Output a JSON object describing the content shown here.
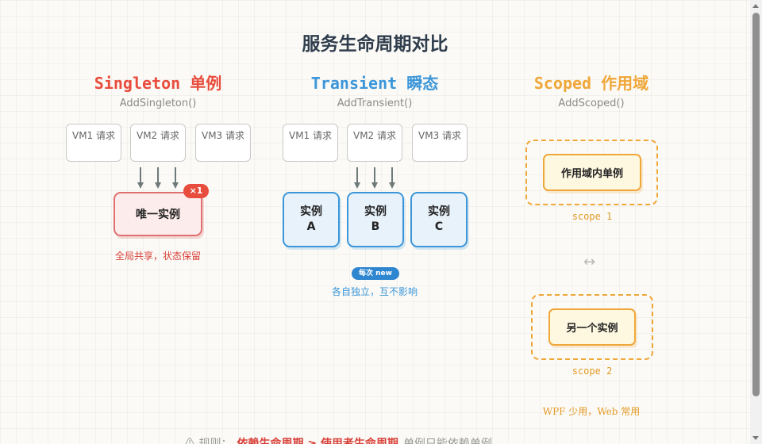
{
  "title": "服务生命周期对比",
  "colors": {
    "singleton": "#e84c3d",
    "transient": "#3c96d9",
    "scoped": "#f0a73a"
  },
  "singleton": {
    "title": "Singleton 单例",
    "method": "AddSingleton()",
    "requests": [
      "VM1 请求",
      "VM2 请求",
      "VM3 请求"
    ],
    "instance": "唯一实例",
    "badge": "×1",
    "note": "全局共享，状态保留"
  },
  "transient": {
    "title": "Transient 瞬态",
    "method": "AddTransient()",
    "requests": [
      "VM1 请求",
      "VM2 请求",
      "VM3 请求"
    ],
    "instances": [
      {
        "line1": "实例",
        "line2": "A"
      },
      {
        "line1": "实例",
        "line2": "B"
      },
      {
        "line1": "实例",
        "line2": "C"
      }
    ],
    "badge": "每次 new",
    "note": "各自独立，互不影响"
  },
  "scoped": {
    "title": "Scoped 作用域",
    "method": "AddScoped()",
    "scopes": [
      {
        "instance": "作用域内单例",
        "label": "scope 1"
      },
      {
        "instance": "另一个实例",
        "label": "scope 2"
      }
    ],
    "separator": "↔",
    "note": "WPF 少用，Web 常用"
  },
  "footer": {
    "prefix": "⚠ 规则：",
    "rule": "依赖生命周期 ≥ 使用者生命周期",
    "suffix": "单例只能依赖单例"
  }
}
